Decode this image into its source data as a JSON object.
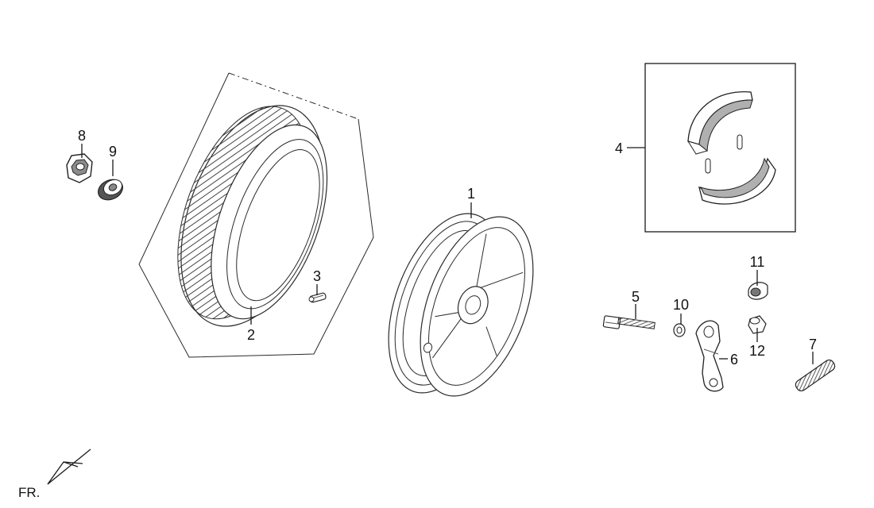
{
  "direction_label": "FR.",
  "callouts": [
    {
      "id": "1",
      "label": "1"
    },
    {
      "id": "2",
      "label": "2"
    },
    {
      "id": "3",
      "label": "3"
    },
    {
      "id": "4",
      "label": "4"
    },
    {
      "id": "5",
      "label": "5"
    },
    {
      "id": "6",
      "label": "6"
    },
    {
      "id": "7",
      "label": "7"
    },
    {
      "id": "8",
      "label": "8"
    },
    {
      "id": "9",
      "label": "9"
    },
    {
      "id": "10",
      "label": "10"
    },
    {
      "id": "11",
      "label": "11"
    },
    {
      "id": "12",
      "label": "12"
    }
  ],
  "parts": [
    {
      "callout": "1",
      "icon": "wheel-rim-icon"
    },
    {
      "callout": "2",
      "icon": "tire-icon"
    },
    {
      "callout": "3",
      "icon": "valve-stem-icon"
    },
    {
      "callout": "4",
      "icon": "brake-shoe-icon"
    },
    {
      "callout": "5",
      "icon": "bolt-icon"
    },
    {
      "callout": "6",
      "icon": "brake-arm-icon"
    },
    {
      "callout": "7",
      "icon": "spring-icon"
    },
    {
      "callout": "8",
      "icon": "hex-nut-icon"
    },
    {
      "callout": "9",
      "icon": "washer-icon"
    },
    {
      "callout": "10",
      "icon": "small-washer-icon"
    },
    {
      "callout": "11",
      "icon": "pin-icon"
    },
    {
      "callout": "12",
      "icon": "bushing-icon"
    }
  ],
  "colors": {
    "line": "#1a1a1a",
    "part_fill": "#ffffff",
    "shade": "#9a9a9a",
    "background": "#ffffff"
  }
}
